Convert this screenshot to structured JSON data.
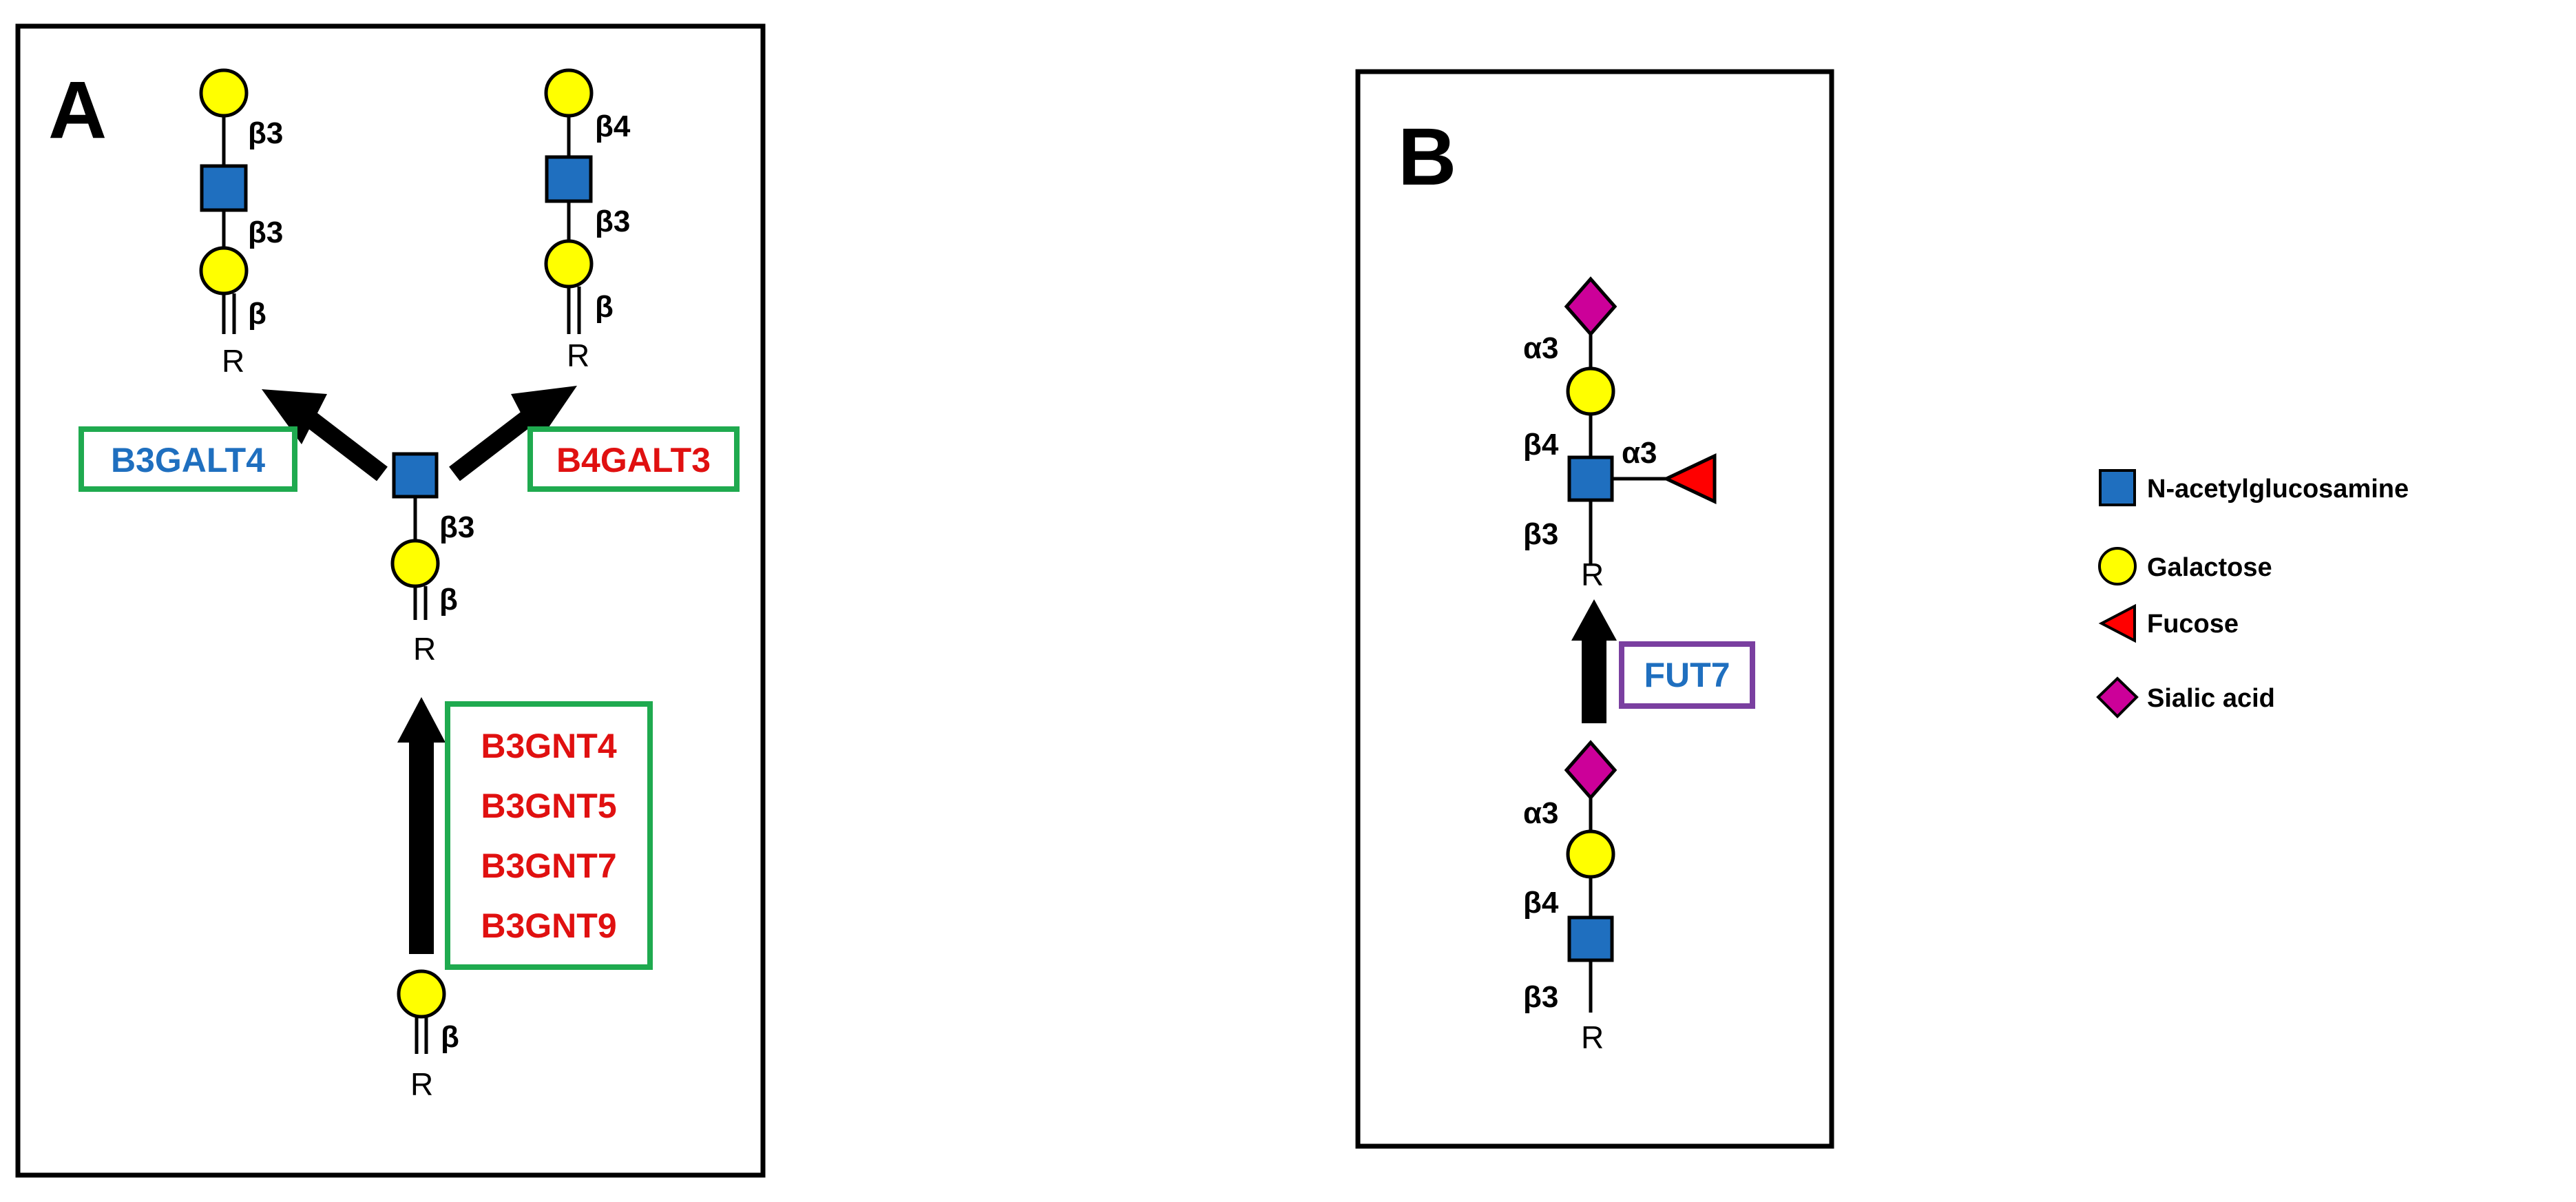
{
  "panel_a": {
    "letter": "A",
    "left_product": {
      "links": [
        "β3",
        "β3",
        "β"
      ],
      "root": "R"
    },
    "right_product": {
      "links": [
        "β4",
        "β3",
        "β"
      ],
      "root": "R"
    },
    "intermediate": {
      "links": [
        "β3",
        "β"
      ],
      "root": "R"
    },
    "substrate": {
      "links": [
        "β"
      ],
      "root": "R"
    },
    "enzyme_left": "B3GALT4",
    "enzyme_right": "B4GALT3",
    "enzymes_bottom": [
      "B3GNT4",
      "B3GNT5",
      "B3GNT7",
      "B3GNT9"
    ]
  },
  "panel_b": {
    "letter": "B",
    "product": {
      "links": [
        "α3",
        "β4",
        "α3",
        "β3"
      ],
      "root": "R"
    },
    "substrate": {
      "links": [
        "α3",
        "β4",
        "β3"
      ],
      "root": "R"
    },
    "enzyme": "FUT7"
  },
  "legend": [
    {
      "label": "N-acetylglucosamine",
      "symbol": "blue-square-icon"
    },
    {
      "label": "Galactose",
      "symbol": "yellow-circle-icon"
    },
    {
      "label": "Fucose",
      "symbol": "red-triangle-icon"
    },
    {
      "label": "Sialic acid",
      "symbol": "magenta-diamond-icon"
    }
  ],
  "colors": {
    "glcnac": "#1f6fbf",
    "galactose": "#ffff00",
    "fucose": "#ff0000",
    "sialic": "#cc0099",
    "enzyme_red": "#e01010",
    "enzyme_blue": "#1f6fbf",
    "box_green": "#1faa4f",
    "box_purple": "#7a3fa0"
  }
}
